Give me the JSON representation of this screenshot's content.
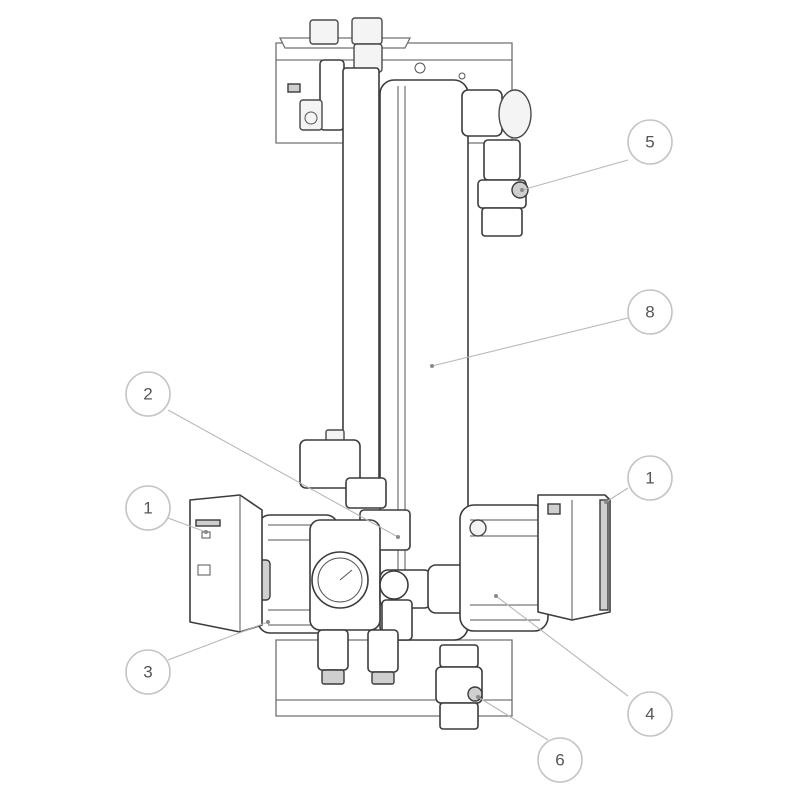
{
  "diagram": {
    "callouts": [
      {
        "id": "c1-left",
        "number": "1"
      },
      {
        "id": "c1-right",
        "number": "1"
      },
      {
        "id": "c2",
        "number": "2"
      },
      {
        "id": "c3",
        "number": "3"
      },
      {
        "id": "c4",
        "number": "4"
      },
      {
        "id": "c5",
        "number": "5"
      },
      {
        "id": "c6",
        "number": "6"
      },
      {
        "id": "c8",
        "number": "8"
      }
    ],
    "colors": {
      "line": "#3c3c3c",
      "callout_stroke": "#c4c4c4",
      "callout_text": "#555555",
      "shading": "#cfcfcf"
    }
  }
}
